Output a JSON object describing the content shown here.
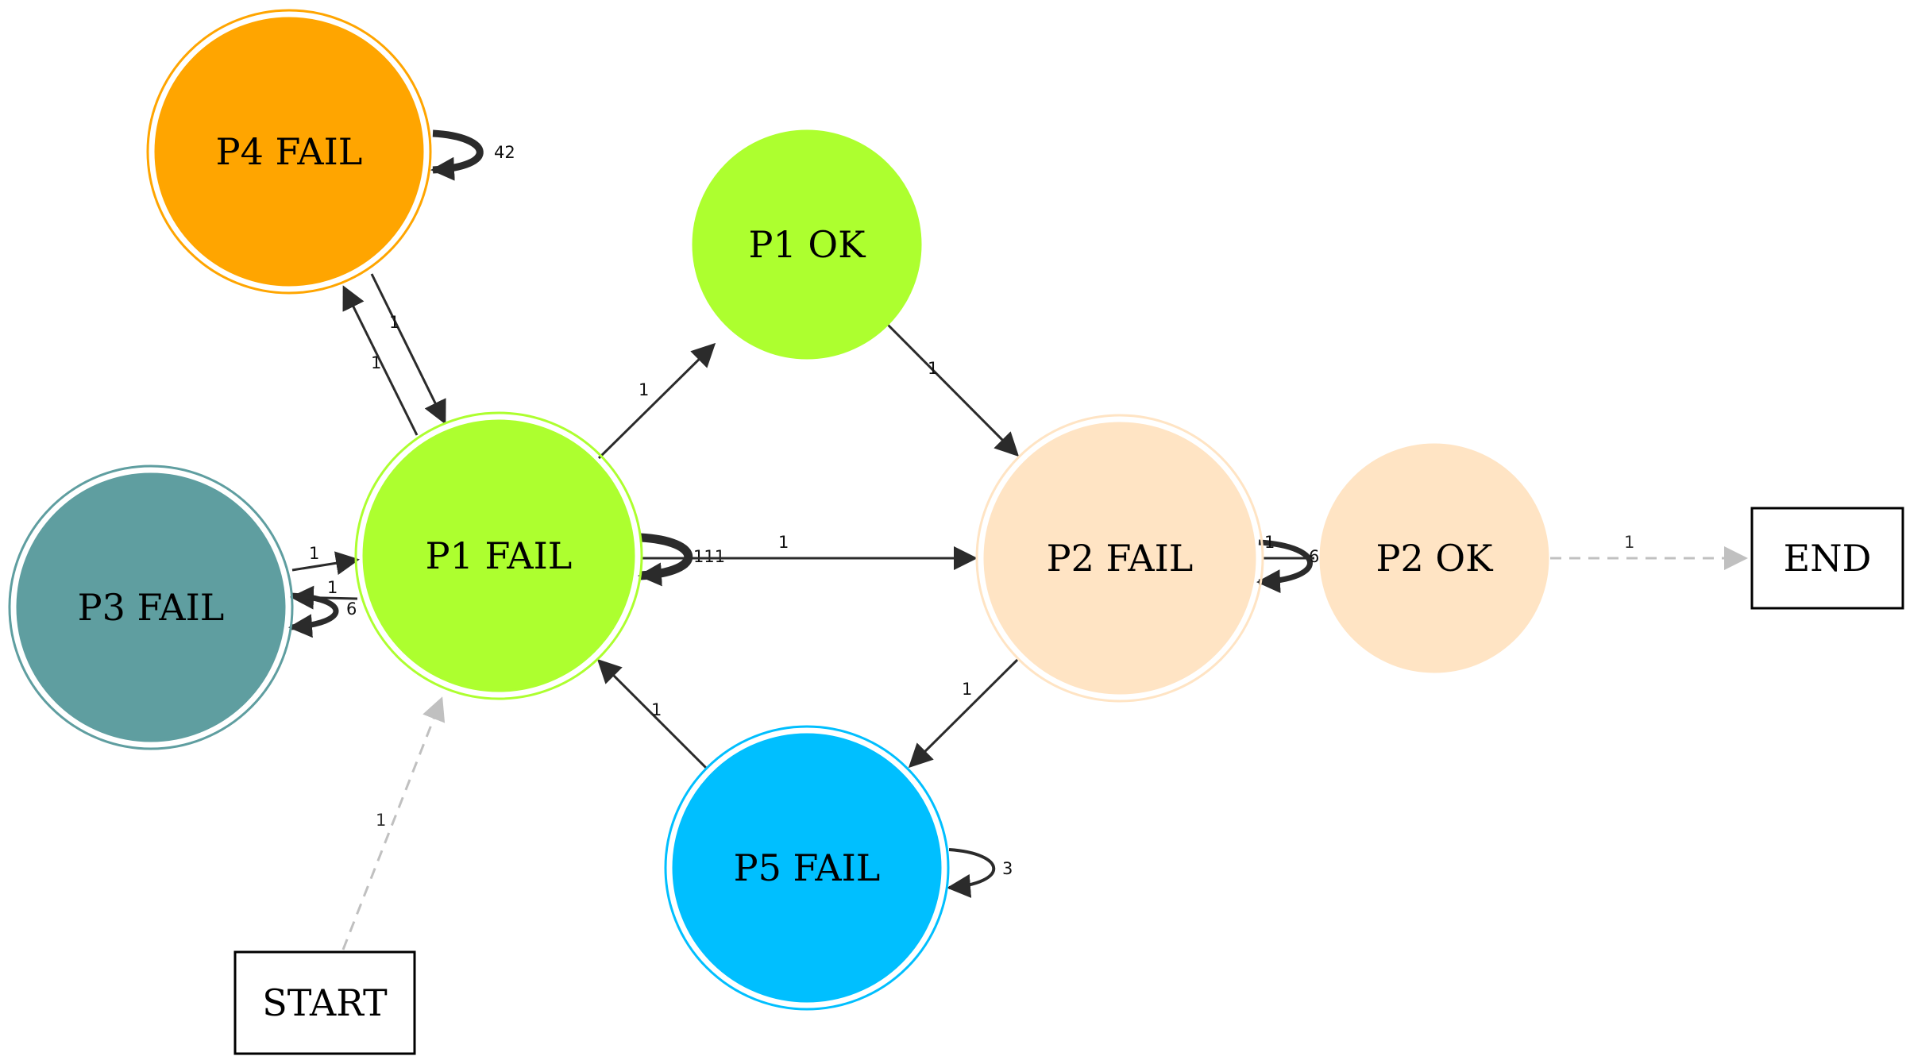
{
  "graph": {
    "nodes": [
      {
        "id": "p4_fail",
        "label": "P4 FAIL",
        "shape": "doublecircle",
        "fill": "#ffa500",
        "stroke": "#ffa500"
      },
      {
        "id": "p1_ok",
        "label": "P1 OK",
        "shape": "circle",
        "fill": "#adff2f",
        "stroke": "#adff2f"
      },
      {
        "id": "p3_fail",
        "label": "P3 FAIL",
        "shape": "doublecircle",
        "fill": "#5f9ea0",
        "stroke": "#5f9ea0"
      },
      {
        "id": "p1_fail",
        "label": "P1 FAIL",
        "shape": "doublecircle",
        "fill": "#adff2f",
        "stroke": "#adff2f"
      },
      {
        "id": "p2_fail",
        "label": "P2 FAIL",
        "shape": "doublecircle",
        "fill": "#ffe4c4",
        "stroke": "#ffe4c4"
      },
      {
        "id": "p2_ok",
        "label": "P2 OK",
        "shape": "circle",
        "fill": "#ffe4c4",
        "stroke": "#ffe4c4"
      },
      {
        "id": "end",
        "label": "END",
        "shape": "box",
        "fill": "#ffffff",
        "stroke": "#000000"
      },
      {
        "id": "p5_fail",
        "label": "P5 FAIL",
        "shape": "doublecircle",
        "fill": "#00bfff",
        "stroke": "#00bfff"
      },
      {
        "id": "start",
        "label": "START",
        "shape": "box",
        "fill": "#ffffff",
        "stroke": "#000000"
      }
    ],
    "edges": [
      {
        "from": "p4_fail",
        "to": "p4_fail",
        "label": "42",
        "style": "solid"
      },
      {
        "from": "p4_fail",
        "to": "p1_fail",
        "label": "1",
        "style": "solid"
      },
      {
        "from": "p1_fail",
        "to": "p4_fail",
        "label": "1",
        "style": "solid"
      },
      {
        "from": "p1_fail",
        "to": "p1_ok",
        "label": "1",
        "style": "solid"
      },
      {
        "from": "p1_ok",
        "to": "p2_fail",
        "label": "1",
        "style": "solid"
      },
      {
        "from": "p1_fail",
        "to": "p1_fail",
        "label": "111",
        "style": "solid"
      },
      {
        "from": "p1_fail",
        "to": "p2_fail",
        "label": "1",
        "style": "solid"
      },
      {
        "from": "p3_fail",
        "to": "p1_fail",
        "label": "1",
        "style": "solid"
      },
      {
        "from": "p1_fail",
        "to": "p3_fail",
        "label": "1",
        "style": "solid"
      },
      {
        "from": "p3_fail",
        "to": "p3_fail",
        "label": "6",
        "style": "solid"
      },
      {
        "from": "p2_fail",
        "to": "p2_fail",
        "label": "6",
        "style": "solid"
      },
      {
        "from": "p2_fail",
        "to": "p2_ok",
        "label": "1",
        "style": "solid"
      },
      {
        "from": "p2_ok",
        "to": "end",
        "label": "1",
        "style": "dashed"
      },
      {
        "from": "p2_fail",
        "to": "p5_fail",
        "label": "1",
        "style": "solid"
      },
      {
        "from": "p5_fail",
        "to": "p1_fail",
        "label": "1",
        "style": "solid"
      },
      {
        "from": "p5_fail",
        "to": "p5_fail",
        "label": "3",
        "style": "solid"
      },
      {
        "from": "start",
        "to": "p1_fail",
        "label": "1",
        "style": "dashed"
      }
    ]
  },
  "colors": {
    "edge": "#2b2b2b",
    "dashed_edge": "#c0c0c0",
    "background": "#ffffff"
  }
}
